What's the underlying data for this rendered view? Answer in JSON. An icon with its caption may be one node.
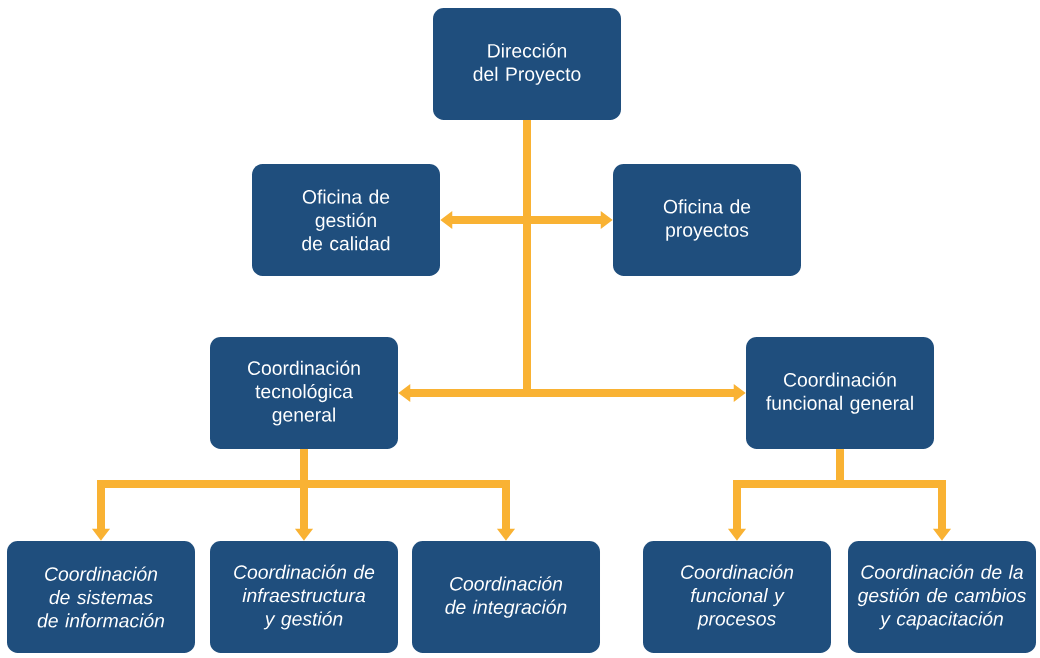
{
  "diagram": {
    "nodes": [
      {
        "text": [
          "Dirección del Proyecto"
        ]
      },
      {
        "text": [
          "Oficina de gestión de calidad"
        ]
      },
      {
        "text": [
          "Oficina de proyectos"
        ]
      },
      {
        "text": [
          "Coordinación tecnológica general"
        ]
      },
      {
        "text": [
          "Coordinación funcional general"
        ]
      },
      {
        "text": [
          "Coordinación de sistemas de información"
        ]
      },
      {
        "text": [
          "Coordinación de infraestructura y gestión"
        ]
      },
      {
        "text": [
          "Coordinación de integración"
        ]
      },
      {
        "text": [
          "Coordinación funcional y procesos"
        ]
      },
      {
        "text": [
          "Coordinación de la gestión de cambios y capacitación"
        ]
      }
    ],
    "edges": [
      {
        "from": 0,
        "to": 1,
        "arrow": "to"
      },
      {
        "from": 0,
        "to": 2,
        "arrow": "to"
      },
      {
        "from": 0,
        "to": 3,
        "arrow": "to"
      },
      {
        "from": 0,
        "to": 4,
        "arrow": "to"
      },
      {
        "from": 3,
        "to": 5,
        "arrow": "to"
      },
      {
        "from": 3,
        "to": 6,
        "arrow": "to"
      },
      {
        "from": 3,
        "to": 7,
        "arrow": "to"
      },
      {
        "from": 4,
        "to": 8,
        "arrow": "to"
      },
      {
        "from": 4,
        "to": 9,
        "arrow": "to"
      }
    ]
  }
}
